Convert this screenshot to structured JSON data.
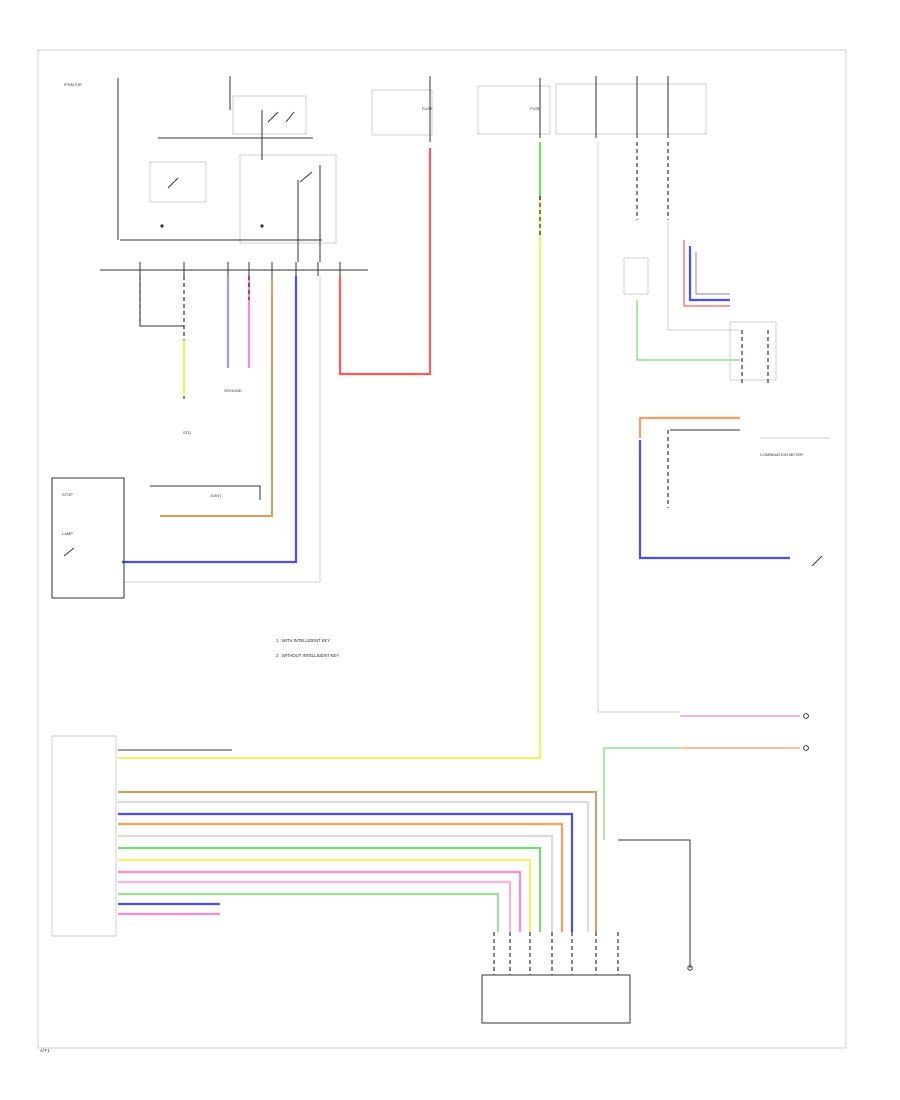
{
  "colors": {
    "red": "#ff5a5a",
    "blue": "#4a4aff",
    "purple": "#a29bd6",
    "pink": "#ff88cc",
    "tan": "#c8a46a",
    "yellow": "#f2f26a",
    "green": "#7ad87a",
    "orange": "#f5a15a",
    "lightgray": "#dcdcdc",
    "violet": "#e08ae8",
    "gray": "#999999",
    "black": "#333333"
  },
  "legend": {
    "item1": "1 : WITH INTELLIGENT KEY",
    "item2": "2 : WITHOUT INTELLIGENT KEY"
  },
  "footer": {
    "code": "A/T-1"
  }
}
